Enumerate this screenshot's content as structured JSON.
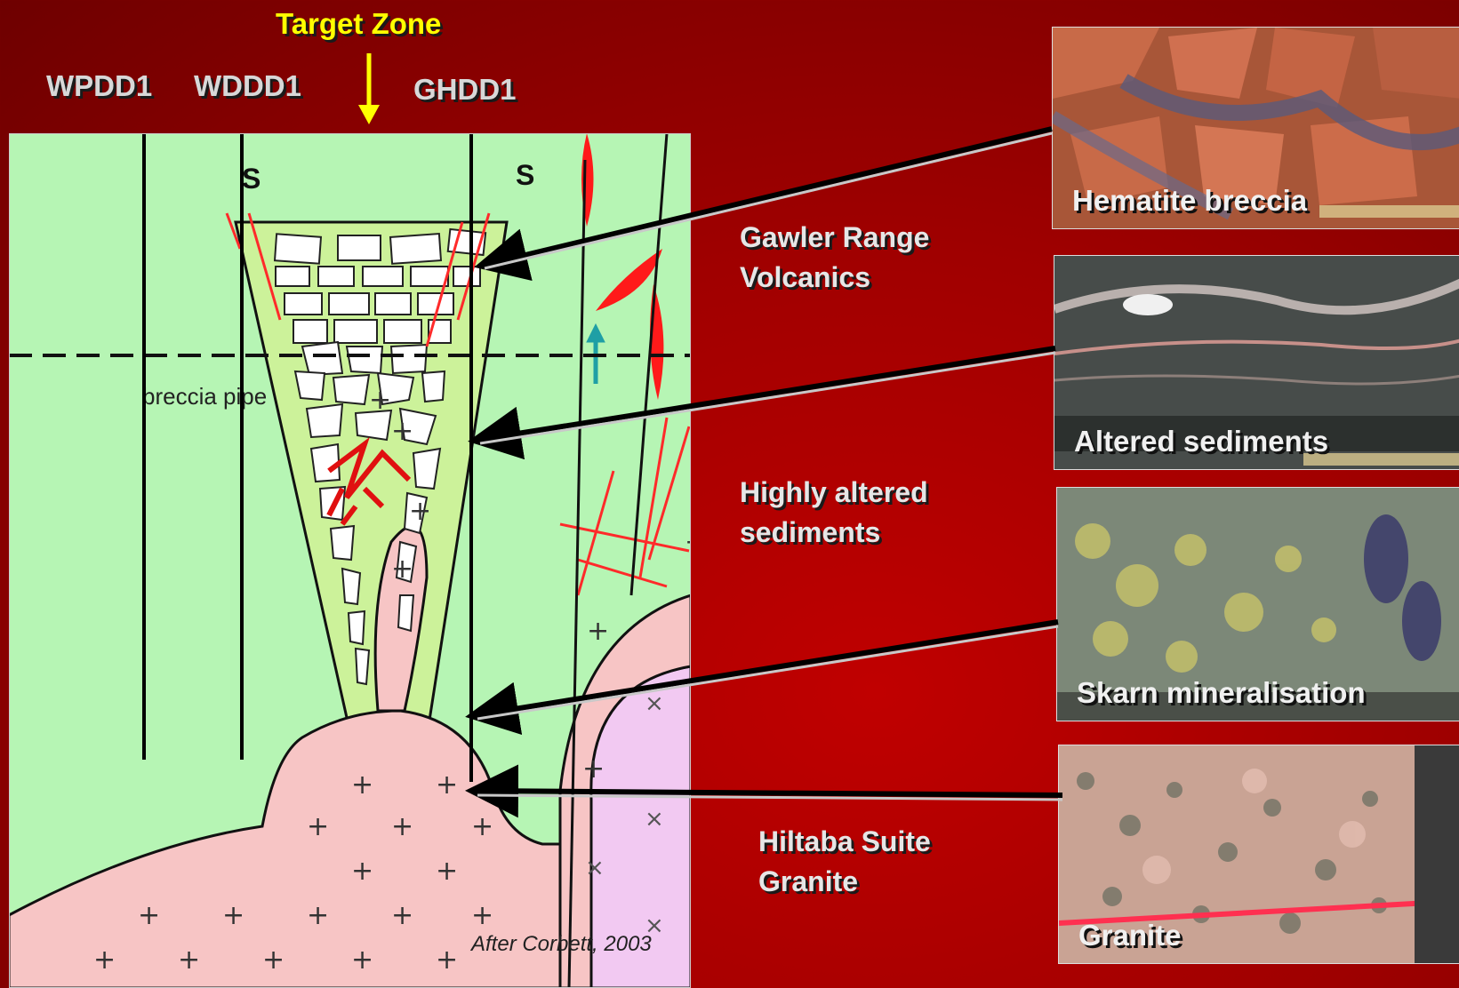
{
  "header": {
    "target_zone": "Target Zone",
    "drillholes": [
      "WPDD1",
      "WDDD1",
      "GHDD1"
    ]
  },
  "diagram": {
    "symbol_s": "S",
    "breccia_label": "breccia pipe",
    "credit": "After Corbett, 2003",
    "colors": {
      "host_green": "#b6f5b4",
      "pipe_green": "#ccf29a",
      "granite_pink": "#f7c5c5",
      "intrusive_violet": "#f2c9f2",
      "fault_red": "#ff2a2a",
      "arrow_teal": "#1f9fa5"
    }
  },
  "units": {
    "gawler": "Gawler Range\nVolcanics",
    "sediments": "Highly altered\nsediments",
    "hiltaba": "Hiltaba Suite\nGranite"
  },
  "photos": [
    {
      "caption": "Hematite breccia",
      "texture": "hematite"
    },
    {
      "caption": "Altered sediments",
      "texture": "sediment"
    },
    {
      "caption": "Skarn mineralisation",
      "texture": "skarn"
    },
    {
      "caption": "Granite",
      "texture": "granite"
    }
  ]
}
